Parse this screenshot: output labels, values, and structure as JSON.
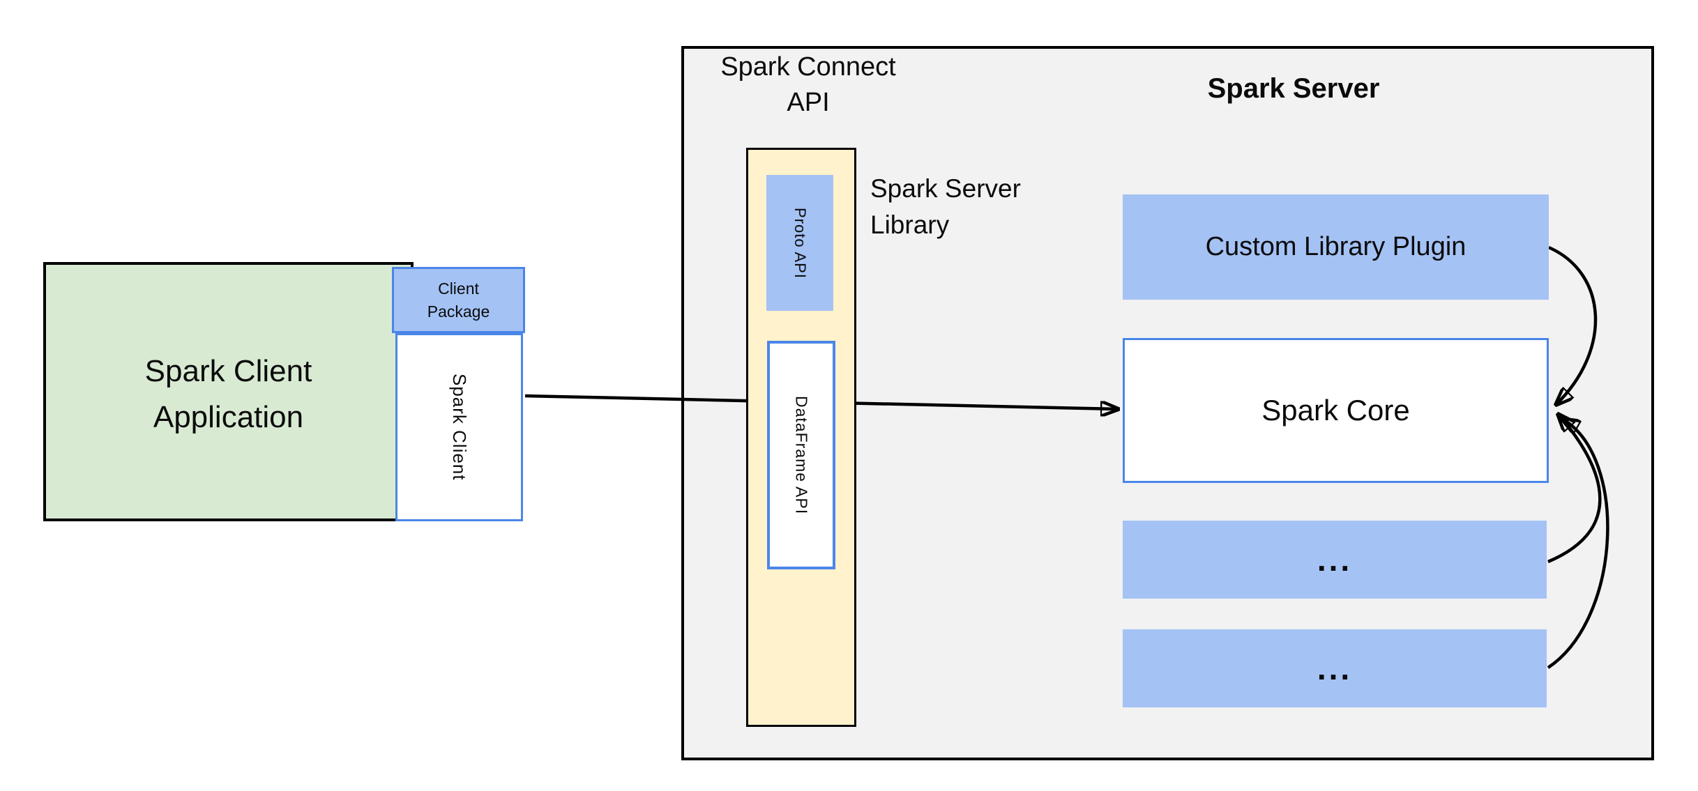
{
  "colors": {
    "canvas_bg": "#ffffff",
    "container_fill": "#f2f2f3",
    "container_border": "#000000",
    "green_fill": "#d9ead3",
    "blue_fill": "#a4c2f4",
    "blue_border": "#4a86e8",
    "yellow_fill": "#fff2cc",
    "line_color": "#000000",
    "text_color": "#0b0b0b"
  },
  "client": {
    "app_label": "Spark Client\nApplication",
    "package_label": "Client\nPackage",
    "spark_client_label": "Spark Client"
  },
  "connect_api": {
    "title": "Spark Connect\nAPI",
    "proto_api_label": "Proto API",
    "dataframe_api_label": "DataFrame API",
    "library_label": "Spark Server\nLibrary"
  },
  "server": {
    "title": "Spark Server",
    "plugin_label": "Custom Library Plugin",
    "core_label": "Spark Core",
    "ellipsis_top": "...",
    "ellipsis_bottom": "..."
  }
}
